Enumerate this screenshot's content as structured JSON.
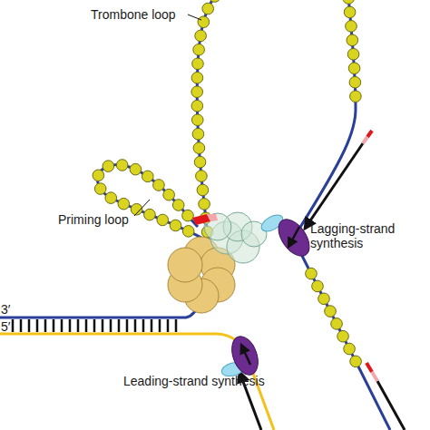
{
  "diagram": {
    "labels": [
      "Trombone loop",
      "Priming loop",
      "Lagging-strand synthesis",
      "3′",
      "5′",
      "Leading-strand synthesis"
    ]
  }
}
